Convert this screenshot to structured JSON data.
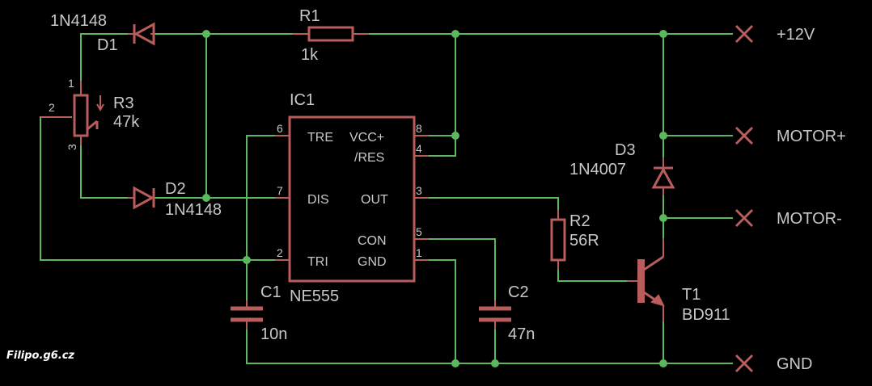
{
  "components": {
    "D1": {
      "ref": "D1",
      "part": "1N4148"
    },
    "D2": {
      "ref": "D2",
      "part": "1N4148"
    },
    "D3": {
      "ref": "D3",
      "part": "1N4007"
    },
    "R1": {
      "ref": "R1",
      "value": "1k"
    },
    "R2": {
      "ref": "R2",
      "value": "56R"
    },
    "R3": {
      "ref": "R3",
      "value": "47k",
      "pins": [
        "1",
        "2",
        "3"
      ]
    },
    "C1": {
      "ref": "C1",
      "value": "10n"
    },
    "C2": {
      "ref": "C2",
      "value": "47n"
    },
    "T1": {
      "ref": "T1",
      "part": "BD911"
    },
    "IC1": {
      "ref": "IC1",
      "part": "NE555",
      "pins": {
        "TRE": {
          "label": "TRE",
          "num": "6"
        },
        "DIS": {
          "label": "DIS",
          "num": "7"
        },
        "TRI": {
          "label": "TRI",
          "num": "2"
        },
        "VCC": {
          "label": "VCC+",
          "num": "8"
        },
        "RES": {
          "label": "/RES",
          "num": "4"
        },
        "OUT": {
          "label": "OUT",
          "num": "3"
        },
        "CON": {
          "label": "CON",
          "num": "5"
        },
        "GND": {
          "label": "GND",
          "num": "1"
        }
      }
    }
  },
  "terminals": {
    "vcc": "+12V",
    "motor_plus": "MOTOR+",
    "motor_minus": "MOTOR-",
    "gnd": "GND"
  },
  "watermark": "Filipo.g6.cz",
  "colors": {
    "wire": "#5cb85c",
    "symbol": "#b85c5c",
    "text": "#c8c8c8",
    "background": "#000000"
  }
}
